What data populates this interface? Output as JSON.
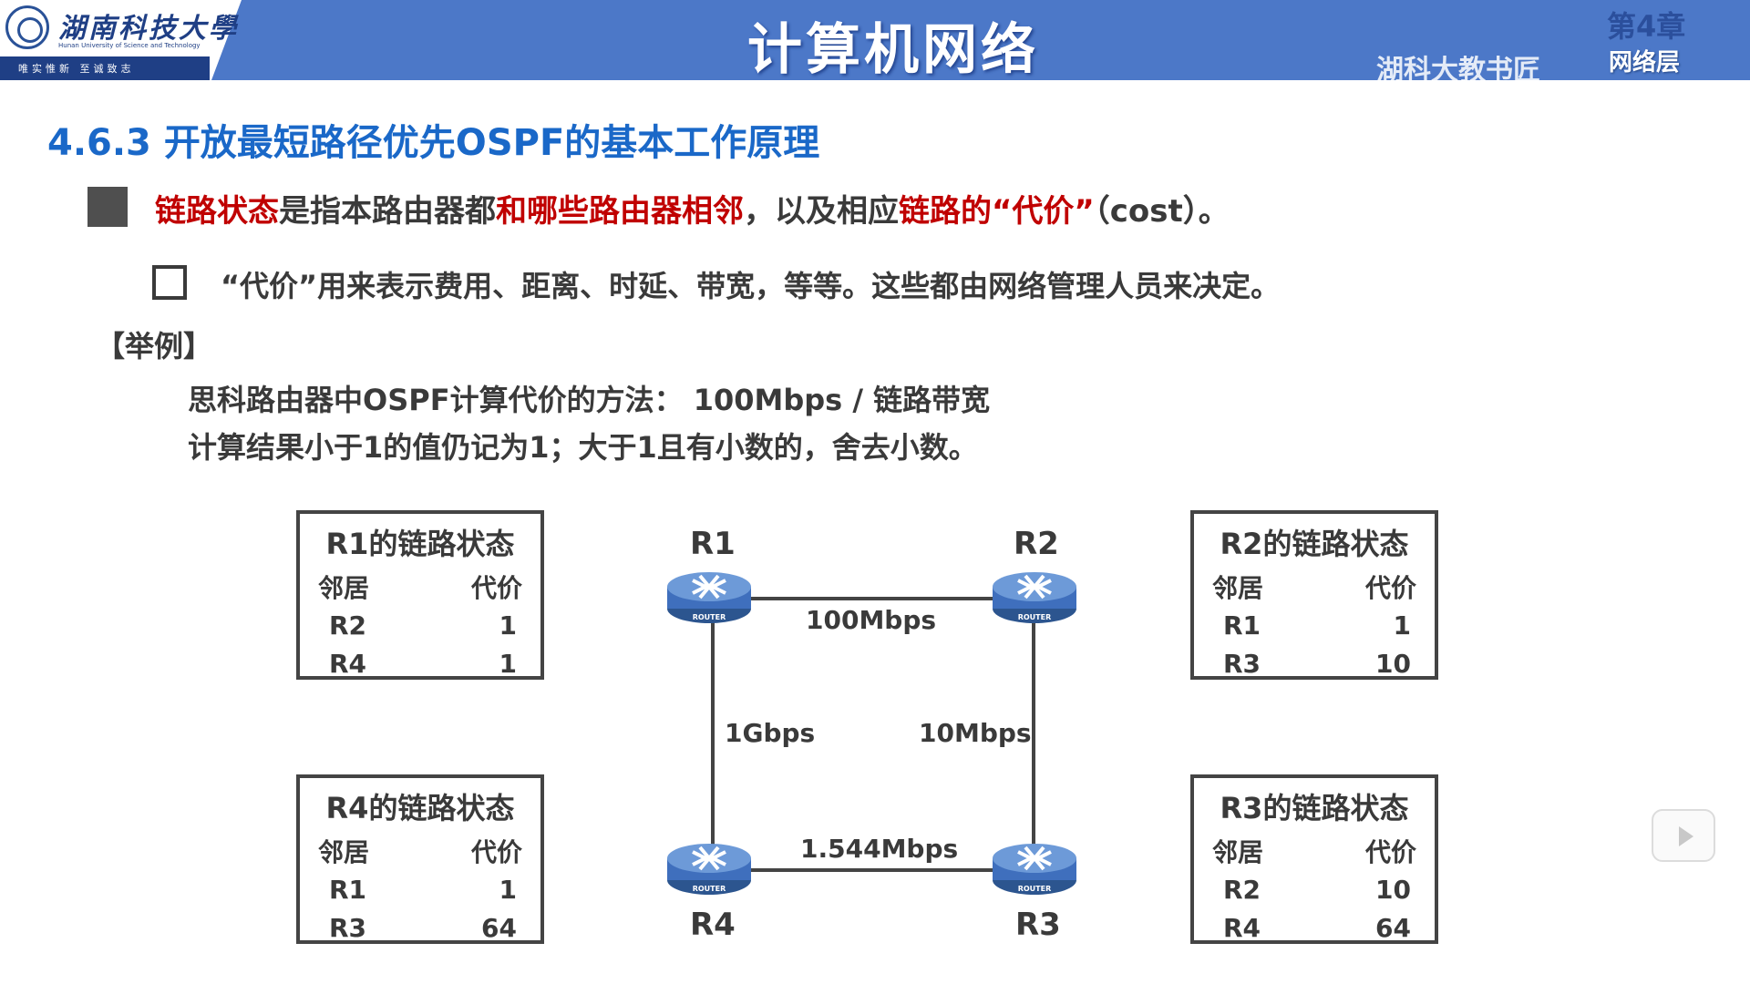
{
  "header": {
    "university_name": "湖南科技大學",
    "university_en": "Hunan University of Science and Technology",
    "motto": "唯实惟新 至诚致志",
    "course_title": "计算机网络",
    "chapter_num": "第4章",
    "chapter_name": "网络层",
    "watermark": "湖科大教书匠"
  },
  "section_title": "4.6.3 开放最短路径优先OSPF的基本工作原理",
  "bullet1": {
    "p1": "链路状态",
    "p2": "是指本路由器都",
    "p3": "和哪些路由器相邻",
    "p4": "，以及相应",
    "p5": "链路的“代价”",
    "p6": "（cost）。"
  },
  "bullet2": "“代价”用来表示费用、距离、时延、带宽，等等。这些都由网络管理人员来决定。",
  "example_label": "【举例】",
  "example_line1": "思科路由器中OSPF计算代价的方法： 100Mbps / 链路带宽",
  "example_line2": "计算结果小于1的值仍记为1；大于1且有小数的，舍去小数。",
  "routers": {
    "r1": "R1",
    "r2": "R2",
    "r3": "R3",
    "r4": "R4",
    "icon_text": "ROUTER"
  },
  "links": {
    "r1_r2": "100Mbps",
    "r1_r4": "1Gbps",
    "r2_r3": "10Mbps",
    "r4_r3": "1.544Mbps"
  },
  "tables": {
    "col_neighbor": "邻居",
    "col_cost": "代价",
    "r1": {
      "title": "R1的链路状态",
      "rows": [
        {
          "n": "R2",
          "c": "1"
        },
        {
          "n": "R4",
          "c": "1"
        }
      ]
    },
    "r2": {
      "title": "R2的链路状态",
      "rows": [
        {
          "n": "R1",
          "c": "1"
        },
        {
          "n": "R3",
          "c": "10"
        }
      ]
    },
    "r4": {
      "title": "R4的链路状态",
      "rows": [
        {
          "n": "R1",
          "c": "1"
        },
        {
          "n": "R3",
          "c": "64"
        }
      ]
    },
    "r3": {
      "title": "R3的链路状态",
      "rows": [
        {
          "n": "R2",
          "c": "10"
        },
        {
          "n": "R4",
          "c": "64"
        }
      ]
    }
  },
  "colors": {
    "banner": "#4c78c8",
    "section_title": "#1a68c8",
    "highlight": "#c00000",
    "router_body": "#3f6fbd"
  }
}
